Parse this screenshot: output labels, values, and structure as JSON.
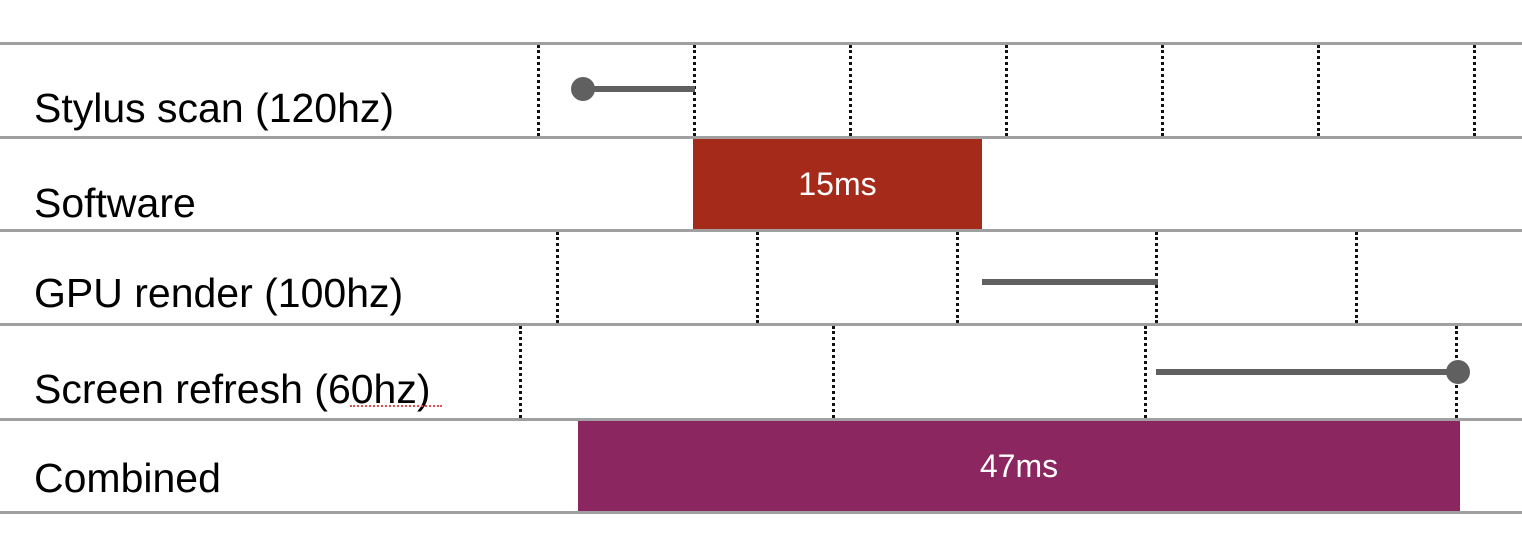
{
  "rows": [
    {
      "label": "Stylus scan (120hz)"
    },
    {
      "label": "Software"
    },
    {
      "label": "GPU render (100hz)"
    },
    {
      "label": "Screen refresh (60hz)"
    },
    {
      "label": "Combined"
    }
  ],
  "software_bar": {
    "value": "15ms",
    "color": "#a52a1a"
  },
  "combined_bar": {
    "value": "47ms",
    "color": "#8b2660"
  },
  "colors": {
    "gridline": "#a0a0a0",
    "tick": "#111111",
    "segment": "#606060"
  }
}
